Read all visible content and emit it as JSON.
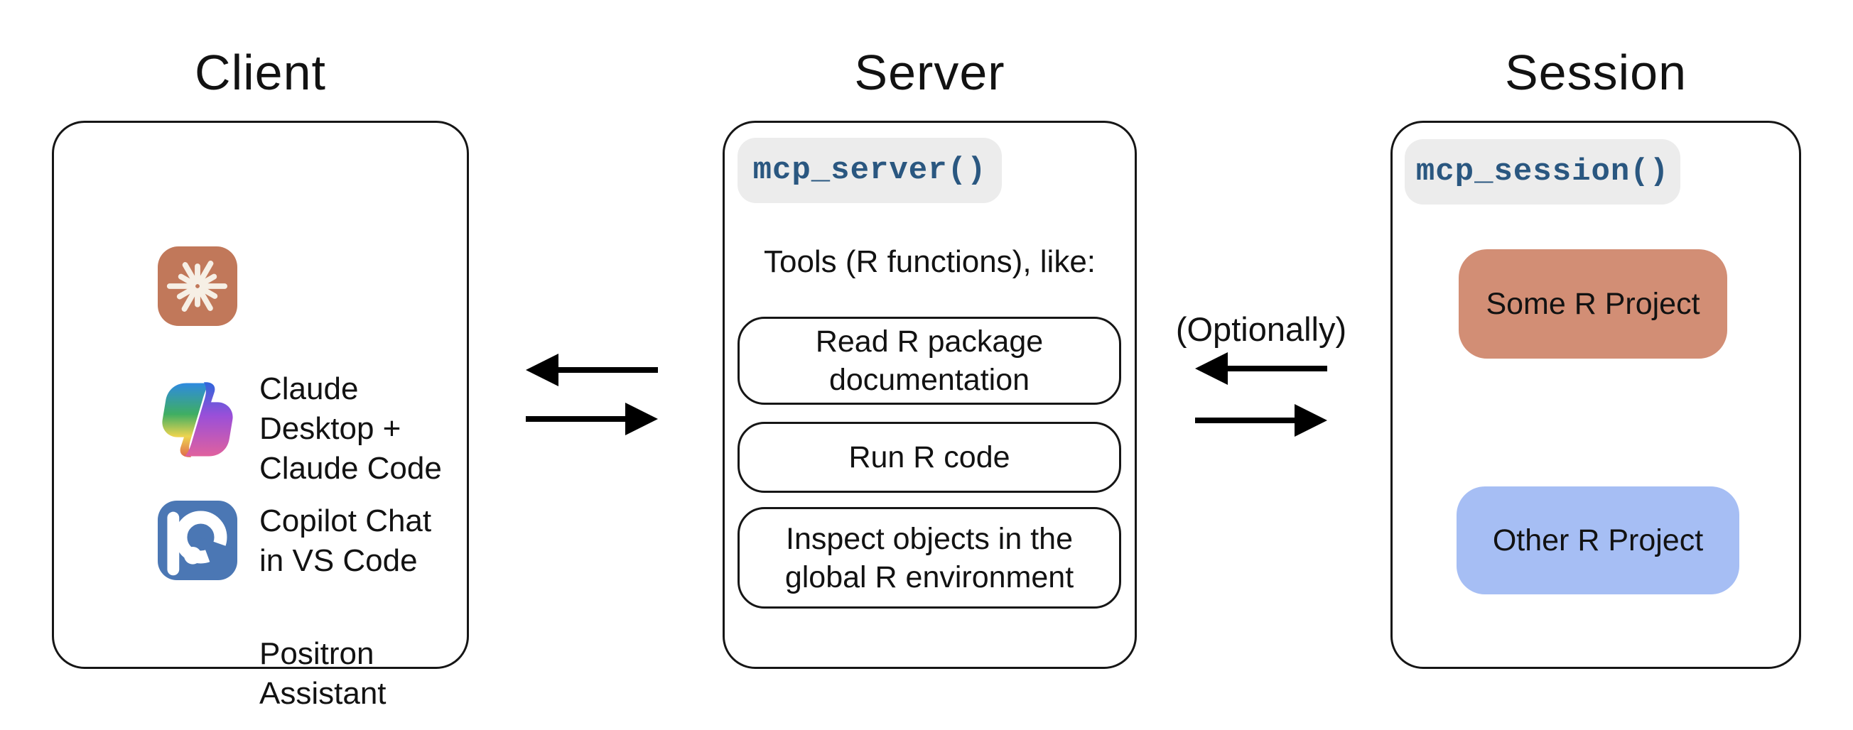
{
  "colors": {
    "ink": "#121212",
    "chip-bg": "#ECECEC",
    "code-blue": "#2A5780",
    "claude-bg": "#C1785A",
    "claude-star": "#F6EFE5",
    "positron-bg": "#4B77B4",
    "some-bg": "#D28E75",
    "other-bg": "#A6BEF4"
  },
  "client": {
    "title": "Client",
    "items": [
      {
        "label": "Claude Desktop +\nClaude Code",
        "icon": "claude-icon"
      },
      {
        "label": "Copilot Chat\nin VS Code",
        "icon": "copilot-icon"
      },
      {
        "label": "Positron\nAssistant",
        "icon": "positron-icon"
      }
    ],
    "more": "..."
  },
  "server": {
    "title": "Server",
    "code_chip": "mcp_server()",
    "tools_heading": "Tools (R functions), like:",
    "tools": [
      "Read R package\ndocumentation",
      "Run R code",
      "Inspect objects in the\nglobal R environment"
    ]
  },
  "session": {
    "title": "Session",
    "code_chip": "mcp_session()",
    "optionally_label": "(Optionally)",
    "projects": [
      {
        "label": "Some R Project"
      },
      {
        "label": "Other R Project"
      }
    ]
  }
}
